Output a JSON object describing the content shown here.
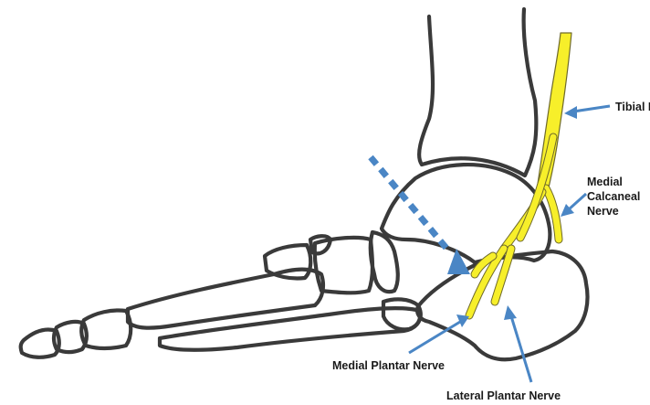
{
  "labels": {
    "tibial": "Tibial Nerve",
    "medial_calcaneal_1": "Medial",
    "medial_calcaneal_2": "Calcaneal",
    "medial_calcaneal_3": "Nerve",
    "medial_plantar": "Medial Plantar Nerve",
    "lateral_plantar": "Lateral Plantar Nerve"
  },
  "colors": {
    "nerve": "#f7ef2a",
    "bone_outline": "#3a3a3a",
    "arrow": "#4a86c5"
  }
}
